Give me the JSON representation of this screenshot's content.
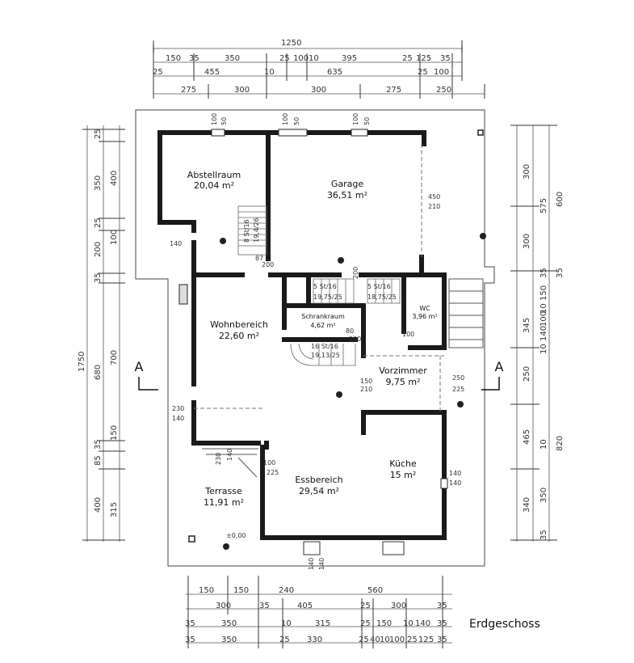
{
  "title": "Erdgeschoss",
  "rooms": [
    {
      "name": "Abstellraum",
      "area": "20,04 m²"
    },
    {
      "name": "Garage",
      "area": "36,51 m²"
    },
    {
      "name": "Wohnbereich",
      "area": "22,60 m²"
    },
    {
      "name": "Schrankraum",
      "area": "4,62 m²"
    },
    {
      "name": "WC",
      "area": "3,96 m²"
    },
    {
      "name": "Vorzimmer",
      "area": "9,75 m²"
    },
    {
      "name": "Küche",
      "area": "15 m²"
    },
    {
      "name": "Essbereich",
      "area": "29,54 m²"
    },
    {
      "name": "Terrasse",
      "area": "11,91 m²"
    }
  ],
  "section_marks": [
    "A",
    "A"
  ],
  "dims_top": {
    "row0": [
      "1250"
    ],
    "row1": [
      "150",
      "35",
      "350",
      "25",
      "100",
      "10",
      "395",
      "25",
      "125",
      "35"
    ],
    "row2": [
      "25",
      "455",
      "10",
      "635",
      "25",
      "100"
    ],
    "row3": [
      "275",
      "300",
      "300",
      "275",
      "250"
    ]
  },
  "dims_bottom": {
    "row0": [
      "150",
      "150",
      "240",
      "560"
    ],
    "row1": [
      "300",
      "35",
      "405",
      "25",
      "300",
      "35"
    ],
    "row2": [
      "35",
      "350",
      "10",
      "315",
      "25",
      "150",
      "10",
      "140",
      "35"
    ],
    "row3": [
      "35",
      "350",
      "25",
      "330",
      "25",
      "40",
      "10",
      "100",
      "25",
      "125",
      "35"
    ]
  },
  "dims_left": {
    "outer": [
      "1750"
    ],
    "col1": [
      "25",
      "350",
      "25",
      "200",
      "35",
      "680",
      "35",
      "85",
      "400"
    ],
    "col2": [
      "400",
      "100",
      "700",
      "150",
      "315"
    ]
  },
  "dims_right": {
    "col1": [
      "300",
      "300",
      "345",
      "250",
      "465",
      "340"
    ],
    "col2": [
      "575",
      "35",
      "150",
      "10",
      "100",
      "140",
      "10",
      "10",
      "350",
      "35"
    ],
    "col3": [
      "600",
      "35",
      "820"
    ]
  },
  "inner_dims": [
    "100",
    "50",
    "100",
    "50",
    "100",
    "50",
    "450",
    "210",
    "140",
    "87",
    "200",
    "200",
    "80",
    "200",
    "100",
    "150",
    "210",
    "250",
    "225",
    "230",
    "140",
    "230",
    "140",
    "100",
    "225",
    "140",
    "140",
    "140",
    "140",
    "±0,00"
  ],
  "stair_labels": [
    "8 St/16",
    "19,4/26",
    "5 St/16",
    "19,75/25",
    "16 St/16",
    "19,13/25",
    "5 St/16",
    "18,75/25"
  ]
}
